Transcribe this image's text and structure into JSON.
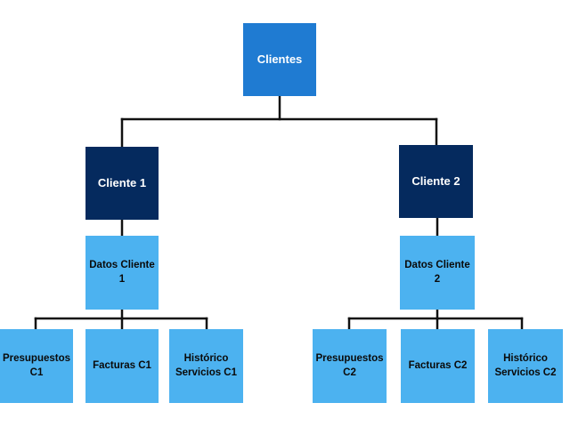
{
  "colors": {
    "root": "#1f7bd2",
    "client": "#052a5e",
    "leaf": "#4cb2f0",
    "connector": "#111111"
  },
  "root": {
    "label": "Clientes"
  },
  "clients": [
    {
      "label": "Cliente 1",
      "data_node": "Datos Cliente 1",
      "children": [
        "Presupuestos\nC1",
        "Facturas C1",
        "Histórico\nServicios C1"
      ]
    },
    {
      "label": "Cliente 2",
      "data_node": "Datos Cliente 2",
      "children": [
        "Presupuestos\nC2",
        "Facturas C2",
        "Histórico\nServicios C2"
      ]
    }
  ]
}
